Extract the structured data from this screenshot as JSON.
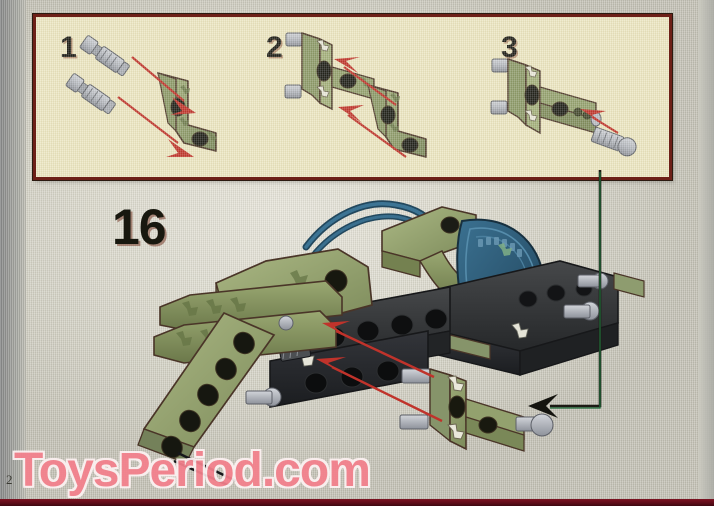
{
  "page": {
    "kind": "lego-building-instructions",
    "page_number": "2",
    "background_color": "#d6d4c7",
    "bottom_bar_color": "#5d0c18"
  },
  "watermark": {
    "text": "ToysPeriod.com",
    "color": "#f4808c",
    "outline_color": "#fdf2f2"
  },
  "substep_box": {
    "background_color": "#ece6c2",
    "border_color": "#6d2018",
    "steps": [
      {
        "number": "1",
        "description": "Insert two light-gray Technic friction pins into the two holes of an olive-green angled liftarm.",
        "parts": [
          {
            "name": "technic-pin",
            "color": "#b9bcc4",
            "count": 2
          },
          {
            "name": "angled-liftarm",
            "color": "#9aa872",
            "count": 1
          }
        ],
        "arrows": [
          {
            "name": "assembly-arrow",
            "color": "#c0332b",
            "direction": "down-right"
          },
          {
            "name": "assembly-arrow",
            "color": "#c0332b",
            "direction": "down-right"
          }
        ]
      },
      {
        "number": "2",
        "description": "Attach a second olive-green angled liftarm onto the two pins of the sub-assembly from step 1.",
        "parts": [
          {
            "name": "sub-assembly-step-1",
            "color": "#9aa872",
            "count": 1
          },
          {
            "name": "angled-liftarm",
            "color": "#9aa872",
            "count": 1
          }
        ],
        "arrows": [
          {
            "name": "assembly-arrow",
            "color": "#c0332b",
            "direction": "up-left"
          },
          {
            "name": "assembly-arrow",
            "color": "#c0332b",
            "direction": "up-left"
          }
        ]
      },
      {
        "number": "3",
        "description": "Push one more light-gray Technic pin into the end hole of the joined liftarms.",
        "parts": [
          {
            "name": "sub-assembly-step-2",
            "color": "#9aa872",
            "count": 1
          },
          {
            "name": "technic-pin",
            "color": "#b9bcc4",
            "count": 1
          }
        ],
        "arrows": [
          {
            "name": "assembly-arrow",
            "color": "#c0332b",
            "direction": "up-left"
          }
        ]
      }
    ]
  },
  "main_step": {
    "number": "16",
    "description": "Attach the sub-assembly built in steps 1-3 to the dark-gray beam frame of the model using two pins.",
    "model": {
      "name": "technic-creature-model",
      "part_colors": {
        "olive_green": "#9aa872",
        "olive_green_shade": "#7e8b5c",
        "olive_green_dark": "#66724a",
        "dark_gray": "#3a3c3d",
        "dark_gray_shade": "#2a2c2d",
        "black": "#1d1f20",
        "blue_panel": "#2f5f7c",
        "blue_panel_dark": "#234a61",
        "pin_gray": "#b9bcc4",
        "pin_gray_shade": "#8f939c",
        "outline": "#4a3528"
      }
    },
    "arrows": [
      {
        "name": "insert-arrow-upper",
        "color": "#c0332b",
        "from": "sub-assembly",
        "to": "upper-dark-beam-hole"
      },
      {
        "name": "insert-arrow-lower",
        "color": "#c0332b",
        "from": "sub-assembly",
        "to": "lower-dark-beam-hole"
      }
    ],
    "callout": {
      "name": "substep-callout-leader",
      "line_color": "#1c1a14",
      "accent_color": "#1f6b3a",
      "arrowhead_color": "#14140f",
      "description": "Leader line running from the bottom of the sub-step box down and left, with an arrowhead pointing at the finished sub-assembly."
    }
  }
}
